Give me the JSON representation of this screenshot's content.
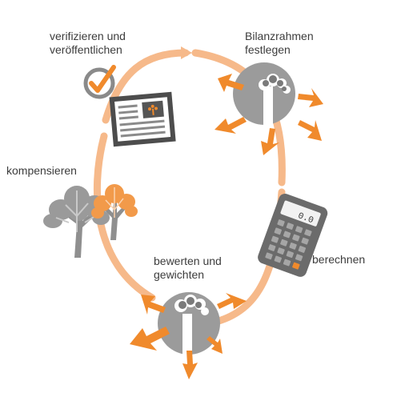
{
  "labels": {
    "verify": [
      "verifizieren und",
      "veröffentlichen"
    ],
    "frame": [
      "Bilanzrahmen",
      "festlegen"
    ],
    "compensate": "kompensieren",
    "calculate": "berechnen",
    "evaluate": [
      "bewerten und",
      "gewichten"
    ]
  },
  "calculator_display": "0.0",
  "colors": {
    "cycle": "#f6b98a",
    "arrow": "#f08a2c",
    "grey": "#8f8f8f",
    "dark_grey": "#5e5e5e",
    "tree_orange": "#f08a2c",
    "text": "#3c3c3c"
  }
}
